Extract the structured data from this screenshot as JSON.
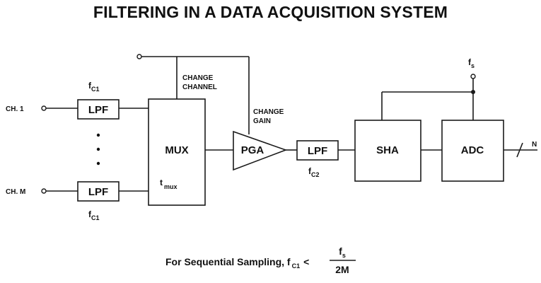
{
  "title": "FILTERING IN A DATA ACQUISITION SYSTEM",
  "channels": {
    "first": "CH. 1",
    "last": "CH. M"
  },
  "blocks": {
    "lpf": "LPF",
    "mux": "MUX",
    "pga": "PGA",
    "sha": "SHA",
    "adc": "ADC"
  },
  "labels": {
    "change_channel_1": "CHANGE",
    "change_channel_2": "CHANNEL",
    "change_gain_1": "CHANGE",
    "change_gain_2": "GAIN",
    "fc1_main": "f",
    "fc1_sub": "C1",
    "fc2_main": "f",
    "fc2_sub": "C2",
    "tmux_main": "t",
    "tmux_sub": "mux",
    "fs_main": "f",
    "fs_sub": "s",
    "output_bits": "N"
  },
  "formula": {
    "prefix": "For Sequential Sampling, f",
    "sub": "C1",
    "lt": "<",
    "num_main": "f",
    "num_sub": "s",
    "den": "2M"
  }
}
